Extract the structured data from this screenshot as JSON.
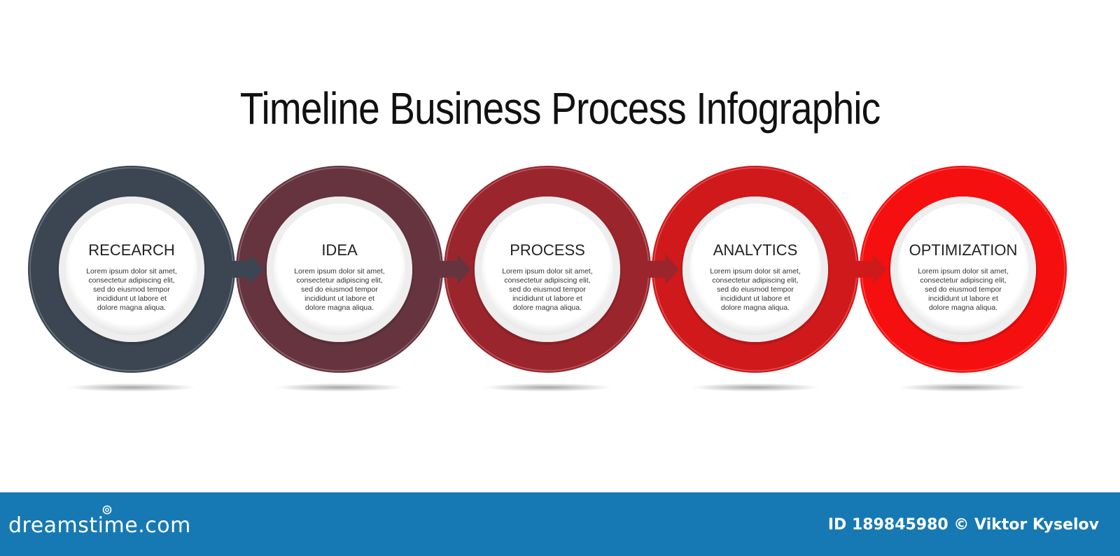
{
  "title": "Timeline Business Process Infographic",
  "steps": [
    {
      "label": "RECEARCH",
      "text": [
        "Lorem ipsum dolor sit amet,",
        "consectetur adipiscing elit,",
        "sed do eiusmod tempor",
        "incididunt ut labore et",
        "dolore magna aliqua."
      ],
      "color": "#3b4652"
    },
    {
      "label": "IDEA",
      "text": [
        "Lorem ipsum dolor sit amet,",
        "consectetur adipiscing elit,",
        "sed do eiusmod tempor",
        "incididunt ut labore et",
        "dolore magna aliqua."
      ],
      "color": "#66343e"
    },
    {
      "label": "PROCESS",
      "text": [
        "Lorem ipsum dolor sit amet,",
        "consectetur adipiscing elit,",
        "sed do eiusmod tempor",
        "incididunt ut labore et",
        "dolore magna aliqua."
      ],
      "color": "#9b252c"
    },
    {
      "label": "ANALYTICS",
      "text": [
        "Lorem ipsum dolor sit amet,",
        "consectetur adipiscing elit,",
        "sed do eiusmod tempor",
        "incididunt ut labore et",
        "dolore magna aliqua."
      ],
      "color": "#d0191b"
    },
    {
      "label": "OPTIMIZATION",
      "text": [
        "Lorem ipsum dolor sit amet,",
        "consectetur adipiscing elit,",
        "sed do eiusmod tempor",
        "incididunt ut labore et",
        "dolore magna aliqua."
      ],
      "color": "#f50f0f"
    }
  ],
  "footer": {
    "brand": "dreamstime.com",
    "credit": "ID 189845980 © Viktor Kyselov",
    "color": "#1779b3"
  }
}
